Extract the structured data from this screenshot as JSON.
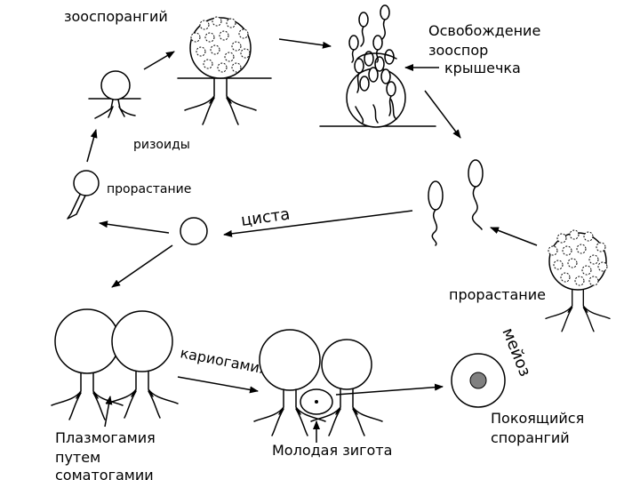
{
  "labels": {
    "zoosporangium": "зооспорангий",
    "rhizoids": "ризоиды",
    "germination_left": "прорастание",
    "release_line1": "Освобождение",
    "release_line2": "зооспор",
    "lid": "крышечка",
    "cyst": "циста",
    "germination_right": "прорастание",
    "karyogamy": "кариогамия",
    "meiosis": "мейоз",
    "plasmogamy_line1": "Плазмогамия",
    "plasmogamy_line2": "путем",
    "plasmogamy_line3": "соматогамии",
    "young_zygote": "Молодая зигота",
    "resting_line1": "Покоящийся",
    "resting_line2": "спорангий"
  },
  "colors": {
    "ink": "#000000",
    "background": "#ffffff",
    "resting_core": "#808080"
  }
}
